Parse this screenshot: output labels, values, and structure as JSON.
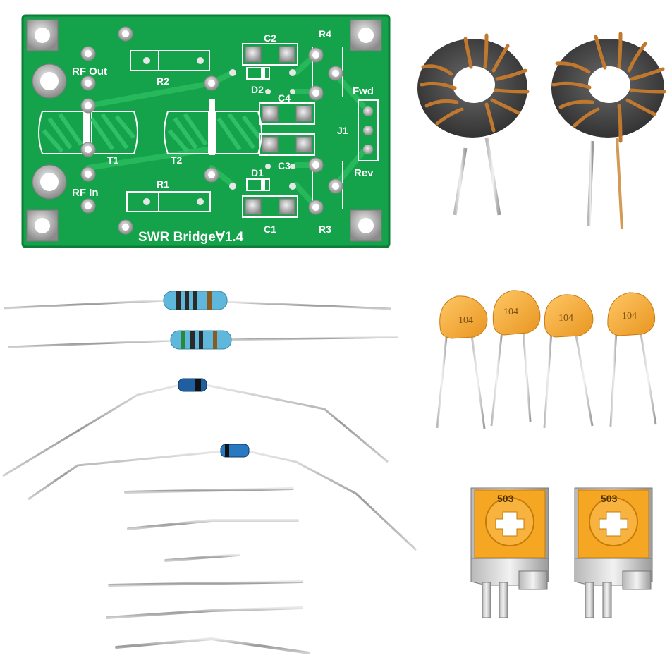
{
  "pcb": {
    "title": "SWR Bridge∀1.4",
    "labels": {
      "rf_out": "RF Out",
      "rf_in": "RF In",
      "r1": "R1",
      "r2": "R2",
      "r3": "R3",
      "r4": "R4",
      "c1": "C1",
      "c2": "C2",
      "c3": "C3",
      "c4": "C4",
      "d1": "D1",
      "d2": "D2",
      "t1": "T1",
      "t2": "T2",
      "j1": "J1",
      "fwd": "Fwd",
      "rev": "Rev"
    },
    "colors": {
      "board": "#14a34a",
      "trace": "#29b85e",
      "pad": "#c8c8c8"
    }
  },
  "capacitors": {
    "marking": "104",
    "count": 4,
    "color": "#f2a93b"
  },
  "trimmers": {
    "marking": "503",
    "count": 2,
    "color": "#f5a623"
  },
  "toroids": {
    "count": 2,
    "core_color": "#4a4a4a",
    "wire_color": "#c0782f"
  }
}
